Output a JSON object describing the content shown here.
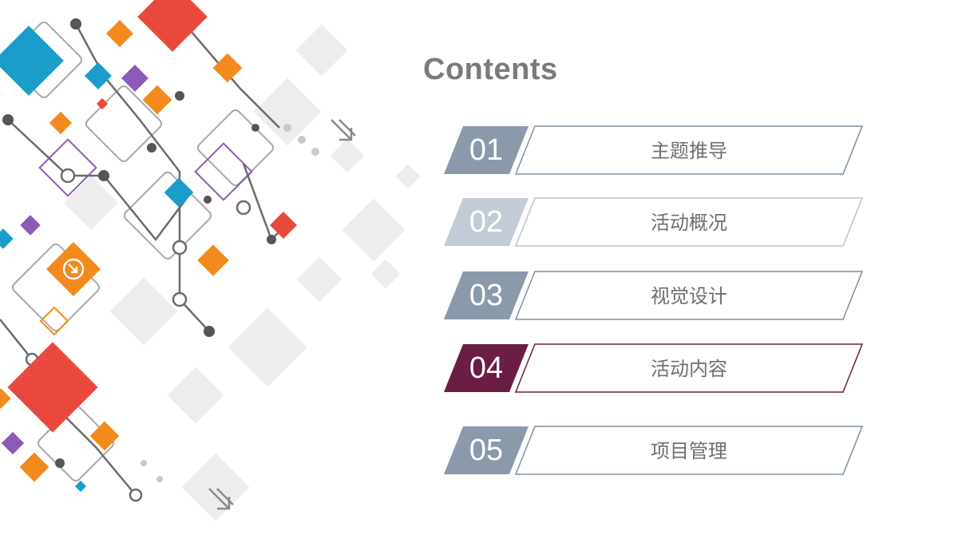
{
  "title": "Contents",
  "items": [
    {
      "number": "01",
      "label": "主题推导",
      "tab_color": "#8a9aab",
      "border_color": "#7d8fa2"
    },
    {
      "number": "02",
      "label": "活动概况",
      "tab_color": "#c3ccd6",
      "border_color": "#b9c3ce"
    },
    {
      "number": "03",
      "label": "视觉设计",
      "tab_color": "#8a9aab",
      "border_color": "#7d8fa2"
    },
    {
      "number": "04",
      "label": "活动内容",
      "tab_color": "#6b1d45",
      "border_color": "#6b1d45"
    },
    {
      "number": "05",
      "label": "项目管理",
      "tab_color": "#8a9aab",
      "border_color": "#7d8fa2"
    }
  ],
  "decoration_colors": {
    "red": "#e8493c",
    "orange": "#f28a1d",
    "blue": "#1a9ec9",
    "purple": "#8c5bb5",
    "gray": "#7a7a7a"
  }
}
